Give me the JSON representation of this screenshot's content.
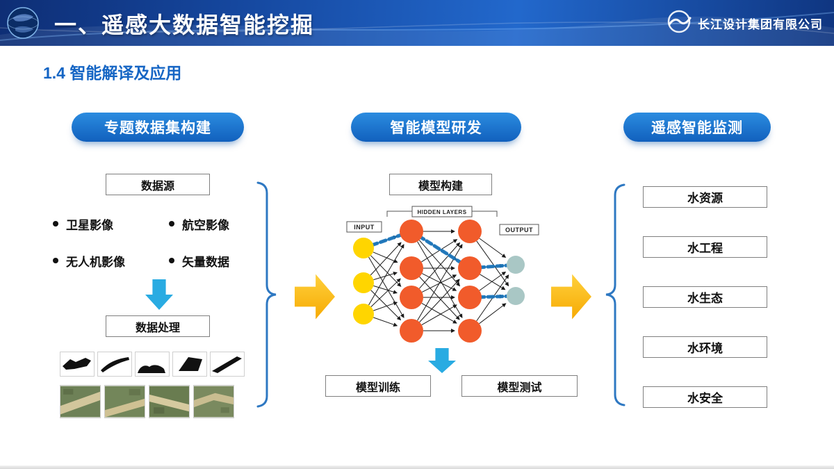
{
  "header": {
    "title": "一、遥感大数据智能挖掘",
    "company": "长江设计集团有限公司"
  },
  "page": {
    "subtitle": "1.4 智能解译及应用"
  },
  "columns": {
    "left": {
      "title": "专题数据集构建",
      "data_source_label": "数据源",
      "bullets": [
        "卫星影像",
        "航空影像",
        "无人机影像",
        "矢量数据"
      ],
      "data_process_label": "数据处理"
    },
    "middle": {
      "title": "智能模型研发",
      "model_build_label": "模型构建",
      "model_train_label": "模型训练",
      "model_test_label": "模型测试",
      "nn": {
        "input_label": "INPUT",
        "hidden_label": "HIDDEN LAYERS",
        "output_label": "OUTPUT",
        "layer_sizes": [
          3,
          4,
          4,
          2
        ],
        "highlight_path": [
          [
            0,
            1,
            0,
            0
          ],
          [
            1,
            2,
            0,
            1
          ],
          [
            2,
            3,
            1,
            0
          ],
          [
            2,
            3,
            2,
            1
          ]
        ],
        "colors": {
          "input": "#FFD500",
          "hidden": "#F15B2B",
          "output": "#A9C7C5",
          "highlight": "#1B75BB"
        }
      }
    },
    "right": {
      "title": "遥感智能监测",
      "items": [
        "水资源",
        "水工程",
        "水生态",
        "水环境",
        "水安全"
      ]
    }
  },
  "colors": {
    "header_blue": "#15479E",
    "pill_blue": "#1565C0",
    "arrow_yellow": "#F6A800",
    "arrow_cyan": "#29ABE2",
    "brace_blue": "#2E78C2"
  },
  "icons": {
    "globe": "globe-icon",
    "company_logo": "swoosh-icon",
    "down_arrow": "down-arrow",
    "right_arrow": "right-arrow"
  }
}
